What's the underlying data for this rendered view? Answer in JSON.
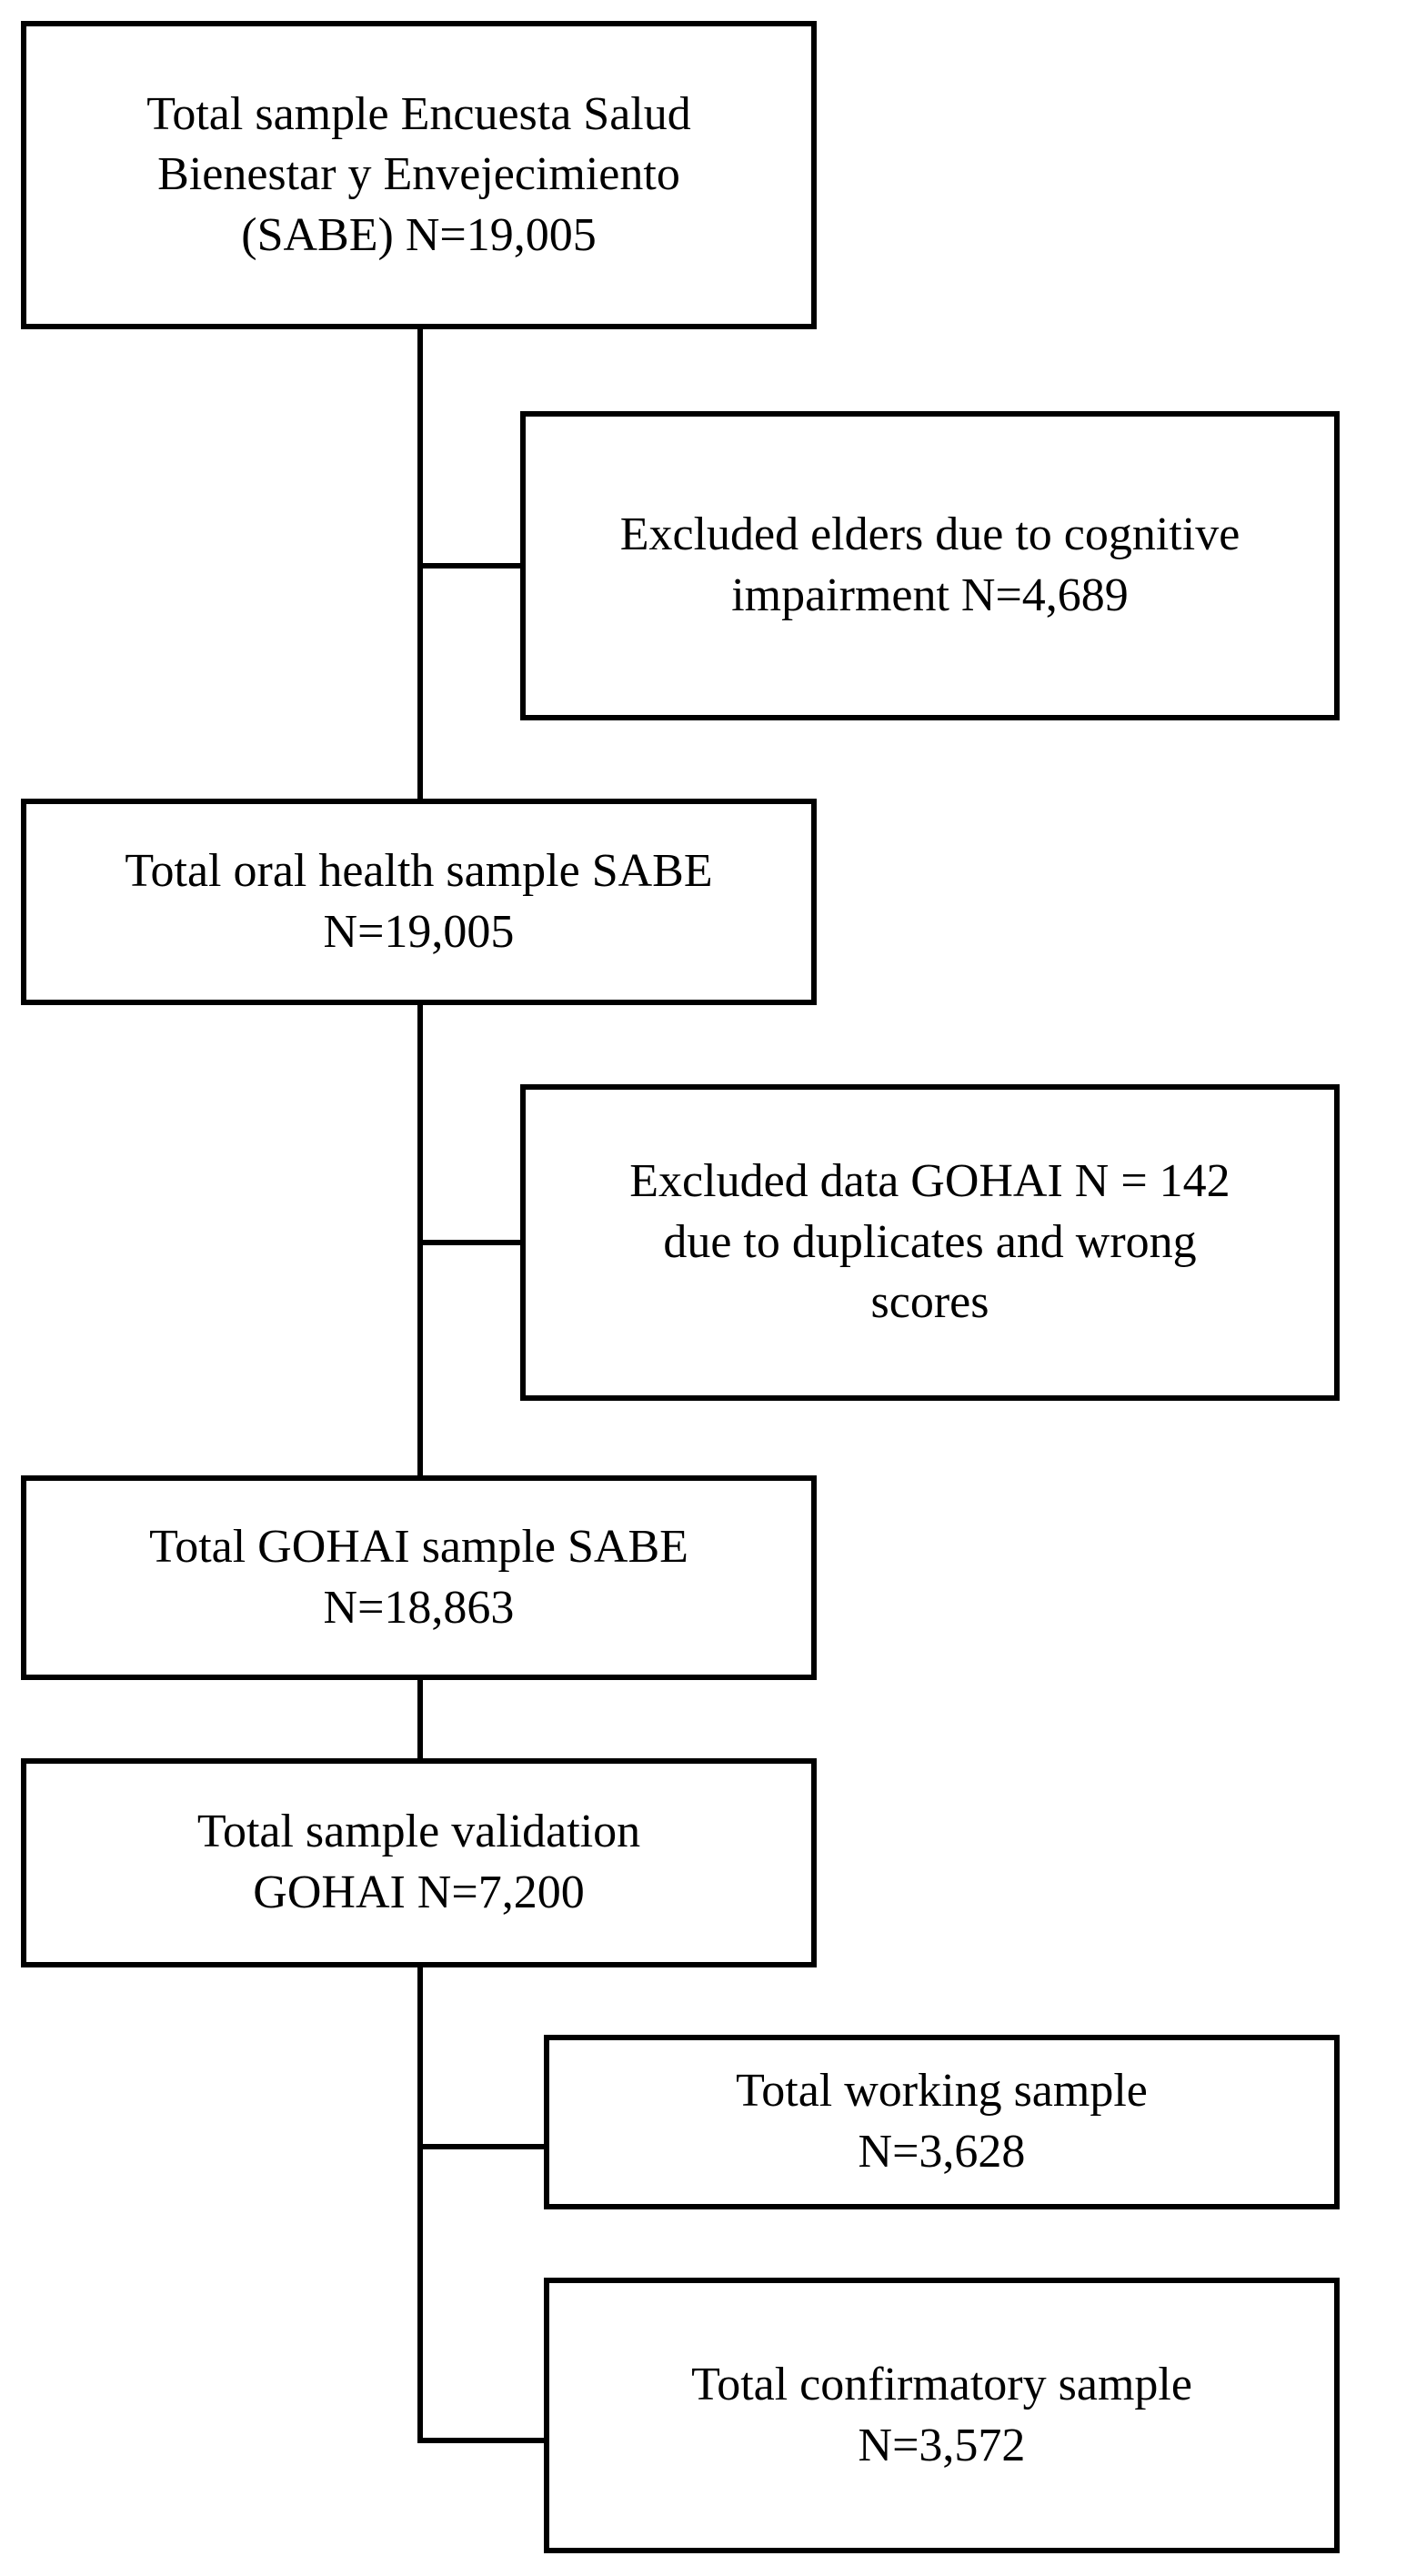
{
  "diagram": {
    "title": "Study sample flow diagram",
    "type": "flowchart",
    "background_color": "#ffffff",
    "line_color": "#000000",
    "text_color": "#000000",
    "nodes": [
      {
        "id": "total-sample",
        "text": "Total sample Encuesta Salud\nBienestar y Envejecimiento\n(SABE) N=19,005",
        "n_label": "N=19,005",
        "n_value": 19005,
        "column": "main"
      },
      {
        "id": "excluded-cognitive",
        "text": "Excluded elders due to cognitive\nimpairment N=4,689",
        "n_label": "N=4,689",
        "n_value": 4689,
        "column": "side"
      },
      {
        "id": "oral-health",
        "text": "Total oral health sample SABE\nN=19,005",
        "n_label": "N=19,005",
        "n_value": 19005,
        "column": "main"
      },
      {
        "id": "excluded-gohai",
        "text": "Excluded data GOHAI N = 142\ndue to duplicates and wrong\nscores",
        "n_label": "N = 142",
        "n_value": 142,
        "column": "side"
      },
      {
        "id": "gohai-sample",
        "text": "Total GOHAI sample SABE\nN=18,863",
        "n_label": "N=18,863",
        "n_value": 18863,
        "column": "main"
      },
      {
        "id": "validation",
        "text": "Total sample validation\nGOHAI N=7,200",
        "n_label": "N=7,200",
        "n_value": 7200,
        "column": "main"
      },
      {
        "id": "working",
        "text": "Total working sample\nN=3,628",
        "n_label": "N=3,628",
        "n_value": 3628,
        "column": "side"
      },
      {
        "id": "confirmatory",
        "text": "Total confirmatory sample\nN=3,572",
        "n_label": "N=3,572",
        "n_value": 3572,
        "column": "side"
      }
    ],
    "edges": [
      {
        "from": "total-sample",
        "to": "excluded-cognitive",
        "style": "elbow"
      },
      {
        "from": "total-sample",
        "to": "oral-health",
        "style": "straight"
      },
      {
        "from": "oral-health",
        "to": "excluded-gohai",
        "style": "elbow"
      },
      {
        "from": "oral-health",
        "to": "gohai-sample",
        "style": "straight"
      },
      {
        "from": "gohai-sample",
        "to": "validation",
        "style": "straight"
      },
      {
        "from": "validation",
        "to": "working",
        "style": "elbow"
      },
      {
        "from": "validation",
        "to": "confirmatory",
        "style": "elbow"
      }
    ]
  }
}
